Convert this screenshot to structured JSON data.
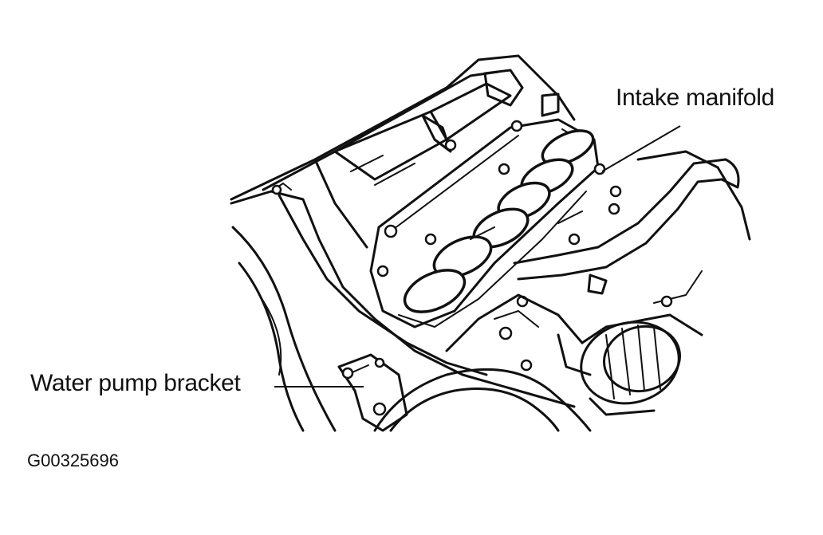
{
  "labels": {
    "intake_manifold": "Intake manifold",
    "water_pump_bracket": "Water pump bracket"
  },
  "figure_id": "G00325696",
  "colors": {
    "ink": "#111111",
    "background": "#ffffff"
  }
}
